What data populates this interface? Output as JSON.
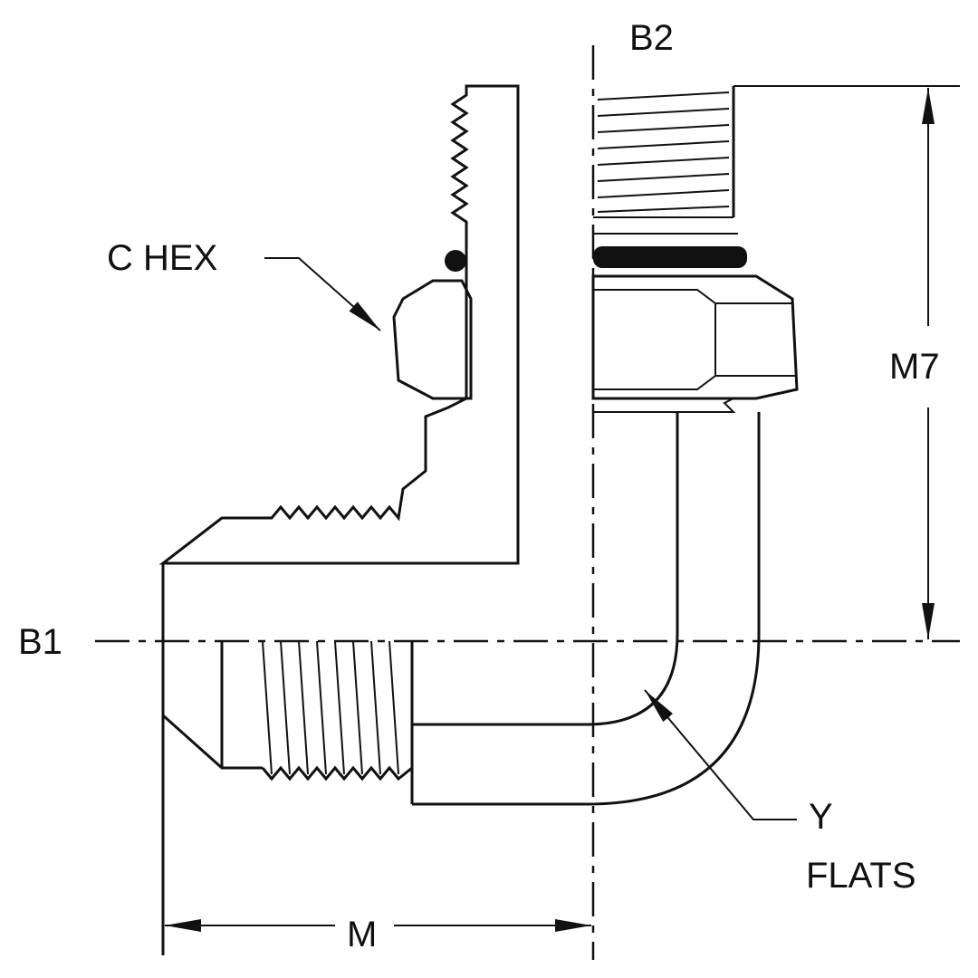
{
  "title": "90° elbow fitting dimension drawing",
  "labels": {
    "b2": "B2",
    "b1": "B1",
    "c_hex": "C HEX",
    "m7": "M7",
    "m": "M",
    "y": "Y",
    "flats": "FLATS"
  },
  "colors": {
    "line": "#111111",
    "background": "#ffffff"
  }
}
